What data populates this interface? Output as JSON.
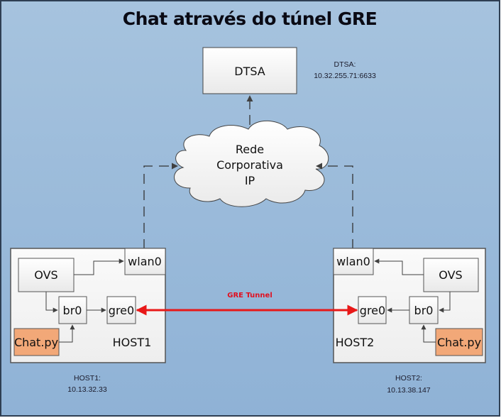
{
  "title": "Chat através do túnel GRE",
  "dtsa": {
    "label": "DTSA",
    "info_title": "DTSA:",
    "info_address": "10.32.255.71:6633"
  },
  "cloud": {
    "line1": "Rede",
    "line2": "Corporativa",
    "line3": "IP"
  },
  "tunnel": {
    "label": "GRE Tunnel",
    "color": "#e81818"
  },
  "host1": {
    "name": "HOST1",
    "ovs": "OVS",
    "wlan": "wlan0",
    "br": "br0",
    "gre": "gre0",
    "app": "Chat.py",
    "info_title": "HOST1:",
    "info_address": "10.13.32.33"
  },
  "host2": {
    "name": "HOST2",
    "ovs": "OVS",
    "wlan": "wlan0",
    "br": "br0",
    "gre": "gre0",
    "app": "Chat.py",
    "info_title": "HOST2:",
    "info_address": "10.13.38.147"
  },
  "colors": {
    "background": "#9bbbd9",
    "border": "#2e3e52",
    "app_fill": "#f2a878",
    "box_fill": "#f6f6f6"
  }
}
